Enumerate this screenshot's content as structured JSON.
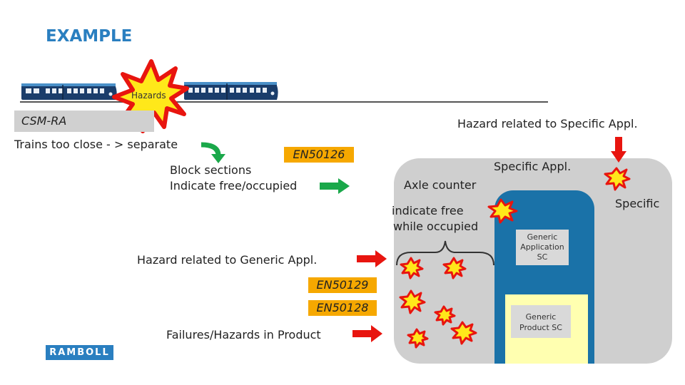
{
  "title": "EXAMPLE",
  "hazards_label": "Hazards",
  "csm_label": "CSM-RA",
  "trains_too_close": "Trains too close - > separate",
  "en50126": "EN50126",
  "block_sections": "Block sections",
  "indicate_free_occupied": "Indicate free/occupied",
  "hazard_specific": "Hazard related to Specific Appl.",
  "specific_appl": "Specific Appl.",
  "axle_counter": "Axle counter",
  "specific": "Specific",
  "indicate_free_line1": "indicate free",
  "indicate_free_line2": "while occupied",
  "generic_application_sc": [
    "Generic",
    "Application",
    "SC"
  ],
  "hazard_generic": "Hazard related to Generic Appl.",
  "en50129": "EN50129",
  "en50128": "EN50128",
  "generic_product_sc": [
    "Generic",
    "Product SC"
  ],
  "failures_hazards": "Failures/Hazards in Product",
  "logo": "RAMBOLL",
  "colors": {
    "accent": "#2a7fc0",
    "label_yellow": "#f6a800",
    "arrow_green": "#1aa84a",
    "arrow_red": "#e8150f",
    "panel_grey": "#cfcfcf",
    "panel_blue": "#1a72a8"
  }
}
